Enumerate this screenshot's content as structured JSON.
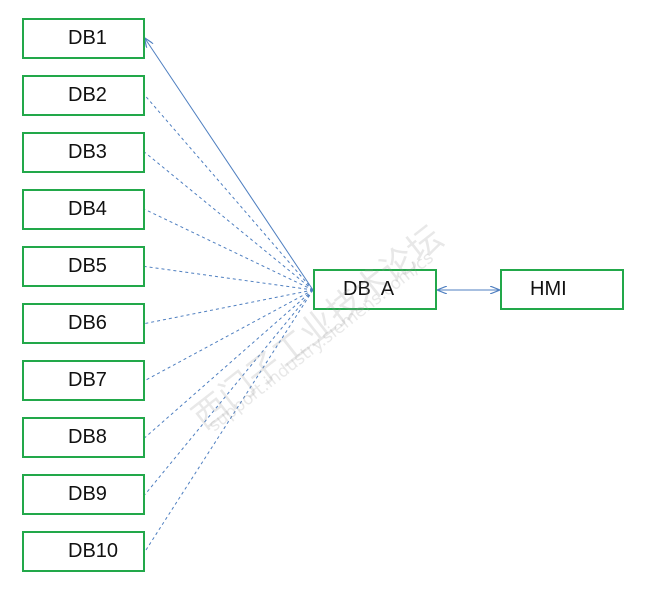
{
  "diagram": {
    "sources": [
      {
        "label": "DB1",
        "link": "solid"
      },
      {
        "label": "DB2",
        "link": "dashed"
      },
      {
        "label": "DB3",
        "link": "dashed"
      },
      {
        "label": "DB4",
        "link": "dashed"
      },
      {
        "label": "DB5",
        "link": "dashed"
      },
      {
        "label": "DB6",
        "link": "dashed"
      },
      {
        "label": "DB7",
        "link": "dashed"
      },
      {
        "label": "DB8",
        "link": "dashed"
      },
      {
        "label": "DB9",
        "link": "dashed"
      },
      {
        "label": "DB10",
        "link": "dashed"
      }
    ],
    "hub": {
      "label": "DB  A"
    },
    "target": {
      "label": "HMI"
    },
    "hub_target_link": "bidirectional",
    "colors": {
      "box_border": "#22a84a",
      "connector": "#4f7fc0",
      "text": "#111111"
    }
  },
  "watermark": {
    "line1": "西门子工业技术论坛",
    "line2": "support.industry.siemens.com/cs"
  }
}
